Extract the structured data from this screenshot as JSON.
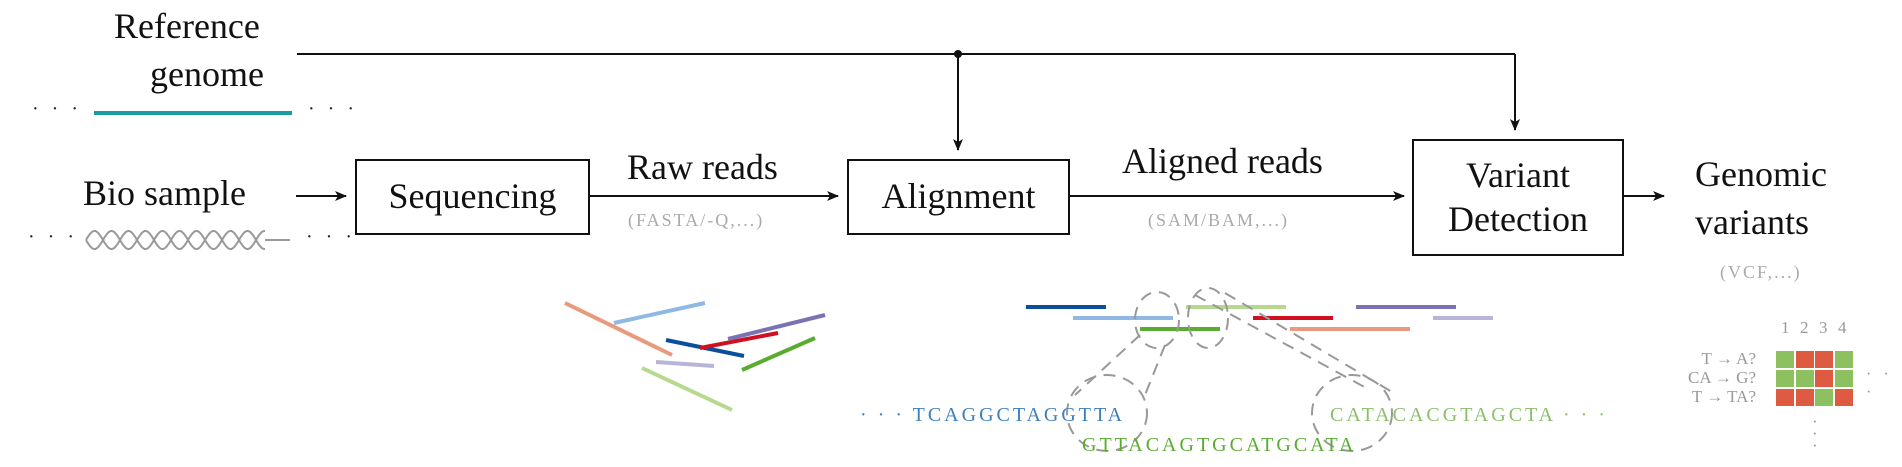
{
  "inputs": {
    "reference_genome": {
      "line1": "Reference",
      "line2": "genome",
      "color": "#1a9ba1"
    },
    "bio_sample": {
      "label": "Bio sample",
      "helix_color": "#999999"
    },
    "ellipsis": "· · ·"
  },
  "steps": [
    {
      "id": "sequencing",
      "label": "Sequencing"
    },
    {
      "id": "alignment",
      "label": "Alignment"
    },
    {
      "id": "variant_detection",
      "line1": "Variant",
      "line2": "Detection"
    }
  ],
  "edges": {
    "raw_reads": {
      "label": "Raw reads",
      "format": "(FASTA/-Q,...)"
    },
    "aligned_reads": {
      "label": "Aligned reads",
      "format": "(SAM/BAM,...)"
    }
  },
  "output": {
    "line1": "Genomic",
    "line2": "variants",
    "format": "(VCF,...)"
  },
  "read_colors": {
    "dark_blue": "#0b4f9c",
    "light_blue": "#8fb8e4",
    "salmon": "#e99a7c",
    "red": "#d0101f",
    "purple": "#7b72b3",
    "lavender": "#b9b4da",
    "green": "#5aac31",
    "light_green": "#b7d98f"
  },
  "alignment_example": {
    "ref_left": "· · · TCAGGCTAGGTTA",
    "read_middle": "GTTACAGTGCATGCATA",
    "ref_right": "CATACACGTAGCTA · · ·",
    "colors": {
      "ref_left": "#3b7fbf",
      "read_middle": "#5aac31",
      "ref_right": "#8cc06a"
    }
  },
  "variants_matrix": {
    "columns": [
      "1",
      "2",
      "3",
      "4"
    ],
    "rows": [
      {
        "label": "T → A?",
        "cells": [
          "match",
          "variant",
          "variant",
          "match"
        ]
      },
      {
        "label": "CA → G?",
        "cells": [
          "match",
          "match",
          "variant",
          "match"
        ]
      },
      {
        "label": "T → TA?",
        "cells": [
          "variant",
          "variant",
          "match",
          "variant"
        ]
      }
    ],
    "colors": {
      "match": "#8dc05e",
      "variant": "#de5a40"
    },
    "more_h": "· · ·",
    "more_v": "·"
  }
}
